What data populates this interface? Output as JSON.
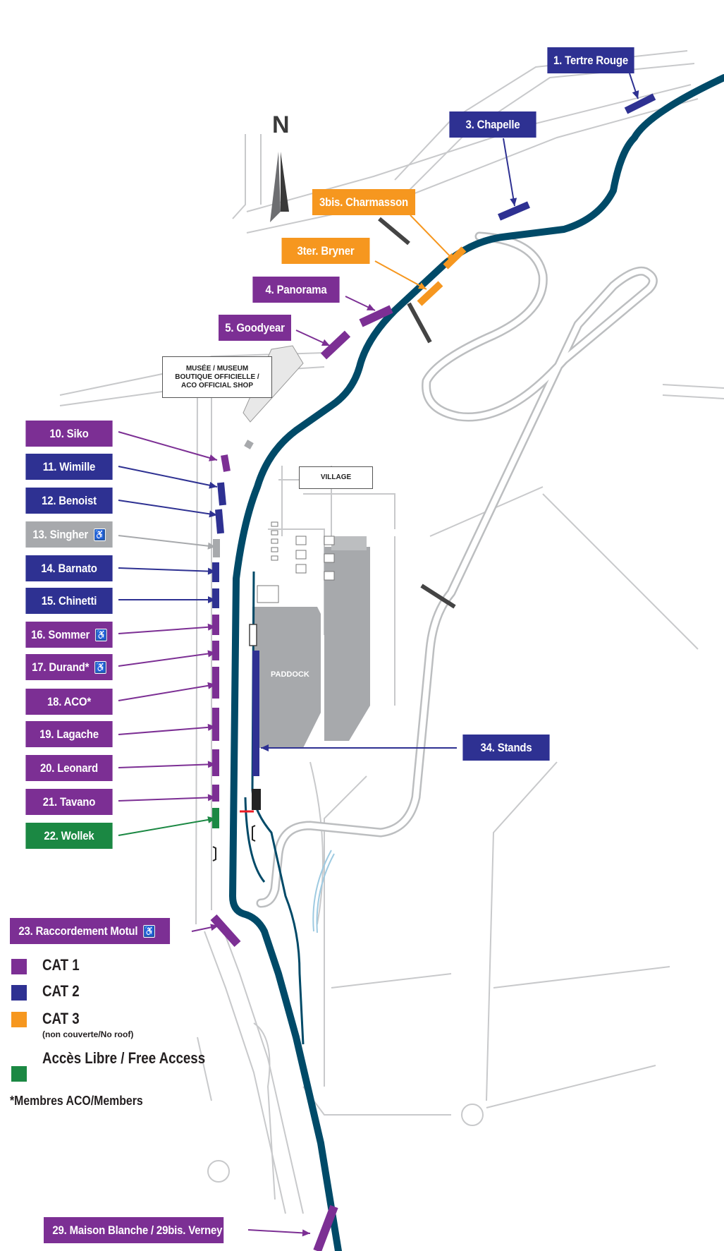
{
  "colors": {
    "cat1": "#7c2f94",
    "cat2": "#2e3192",
    "cat3": "#f6971f",
    "free": "#1b8843",
    "pmr": "#a7a9ac",
    "track": "#004a68",
    "roads": "#c8c9cb"
  },
  "compass": {
    "letter": "N"
  },
  "grandstands": [
    {
      "id": "1",
      "label": "1. Tertre Rouge",
      "category": "cat2"
    },
    {
      "id": "3",
      "label": "3. Chapelle",
      "category": "cat2"
    },
    {
      "id": "3bis",
      "label": "3bis. Charmasson",
      "category": "cat3"
    },
    {
      "id": "3ter",
      "label": "3ter. Bryner",
      "category": "cat3"
    },
    {
      "id": "4",
      "label": "4. Panorama",
      "category": "cat1"
    },
    {
      "id": "5",
      "label": "5. Goodyear",
      "category": "cat1"
    },
    {
      "id": "10",
      "label": "10. Siko",
      "category": "cat1"
    },
    {
      "id": "11",
      "label": "11. Wimille",
      "category": "cat2"
    },
    {
      "id": "12",
      "label": "12. Benoist",
      "category": "cat2"
    },
    {
      "id": "13",
      "label": "13. Singher",
      "category": "pmr",
      "accessible": true
    },
    {
      "id": "14",
      "label": "14. Barnato",
      "category": "cat2"
    },
    {
      "id": "15",
      "label": "15. Chinetti",
      "category": "cat2"
    },
    {
      "id": "16",
      "label": "16. Sommer",
      "category": "cat1",
      "accessible": true
    },
    {
      "id": "17",
      "label": "17. Durand*",
      "category": "cat1",
      "accessible": true
    },
    {
      "id": "18",
      "label": "18. ACO*",
      "category": "cat1"
    },
    {
      "id": "19",
      "label": "19. Lagache",
      "category": "cat1"
    },
    {
      "id": "20",
      "label": "20. Leonard",
      "category": "cat1"
    },
    {
      "id": "21",
      "label": "21. Tavano",
      "category": "cat1"
    },
    {
      "id": "22",
      "label": "22. Wollek",
      "category": "free"
    },
    {
      "id": "23",
      "label": "23. Raccordement Motul",
      "category": "cat1",
      "accessible": true
    },
    {
      "id": "29",
      "label": "29. Maison Blanche / 29bis. Verney",
      "category": "cat1"
    },
    {
      "id": "34",
      "label": "34. Stands",
      "category": "cat2"
    }
  ],
  "accessible_icon": "wheelchair-icon",
  "places": {
    "museum": [
      "MUSÉE / MUSEUM",
      "BOUTIQUE OFFICIELLE /",
      "ACO OFFICIAL SHOP"
    ],
    "village": "VILLAGE",
    "paddock": "PADDOCK"
  },
  "legend": {
    "items": [
      {
        "label": "CAT 1",
        "category": "cat1"
      },
      {
        "label": "CAT 2",
        "category": "cat2"
      },
      {
        "label": "CAT 3",
        "category": "cat3",
        "sub": "(non couverte/No roof)"
      },
      {
        "label": "Accès Libre / Free Access",
        "category": "free"
      }
    ],
    "note": "*Membres ACO/Members"
  }
}
